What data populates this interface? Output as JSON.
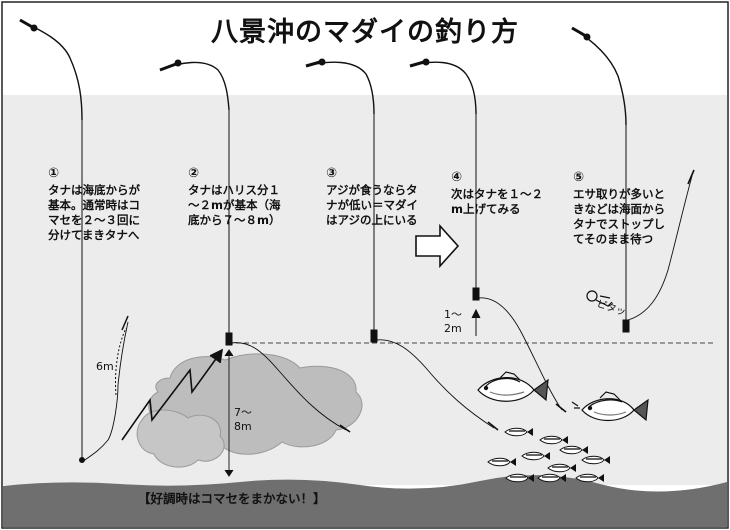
{
  "title": "八景沖のマダイの釣り方",
  "steps": [
    {
      "num": "①",
      "text": "タナは海底からが\n基本。通常時はコ\nマセを２～３回に\n分けてまきタナへ"
    },
    {
      "num": "②",
      "text": "タナはハリス分１\n～２mが基本（海\n底から７～８m）"
    },
    {
      "num": "③",
      "text": "アジが食うならタ\nナが低い＝マダイ\nはアジの上にいる"
    },
    {
      "num": "④",
      "text": "次はタナを１～２\nm上げてみる"
    },
    {
      "num": "⑤",
      "text": "エサ取りが多いと\nきなどは海面から\nタナでストップし\nてそのまま待つ"
    }
  ],
  "labels": {
    "six_m": "6m",
    "seven_eight_m": "7～\n8m",
    "one_two_m": "1～\n2m",
    "stop_sound": "ピタッ"
  },
  "footer": "【好調時はコマセをまかない！】",
  "colors": {
    "water": "#ececec",
    "seabed": "#6f6f6f",
    "chum": "#b9b9b9",
    "ink": "#111111"
  }
}
